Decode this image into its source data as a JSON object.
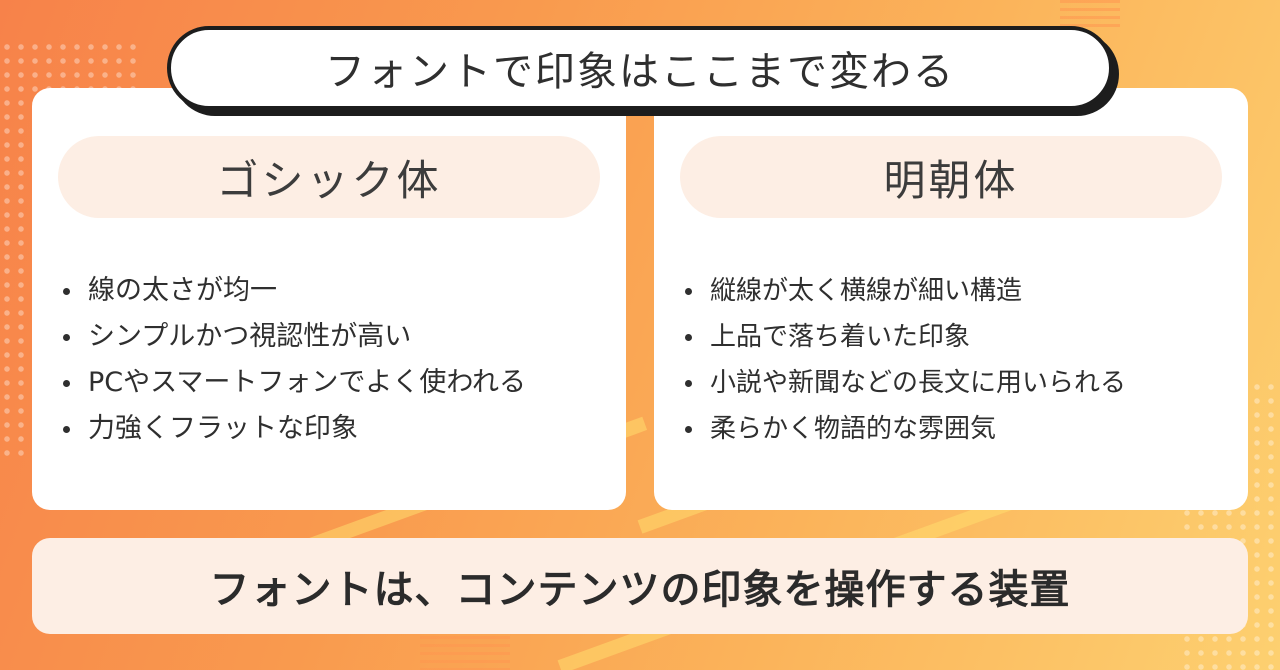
{
  "header": {
    "title": "フォントで印象はここまで変わる"
  },
  "left_card": {
    "label": "ゴシック体",
    "points": [
      "線の太さが均一",
      "シンプルかつ視認性が高い",
      "PCやスマートフォンでよく使われる",
      "力強くフラットな印象"
    ]
  },
  "right_card": {
    "label": "明朝体",
    "points": [
      "縦線が太く横線が細い構造",
      "上品で落ち着いた印象",
      "小説や新聞などの長文に用いられる",
      "柔らかく物語的な雰囲気"
    ]
  },
  "footer": {
    "text": "フォントは、コンテンツの印象を操作する装置"
  },
  "colors": {
    "background_start": "#f7824a",
    "background_end": "#fdd070",
    "card": "#ffffff",
    "pill": "#fdeee4",
    "outline": "#1d1d1d",
    "text": "#2f2f2f"
  }
}
